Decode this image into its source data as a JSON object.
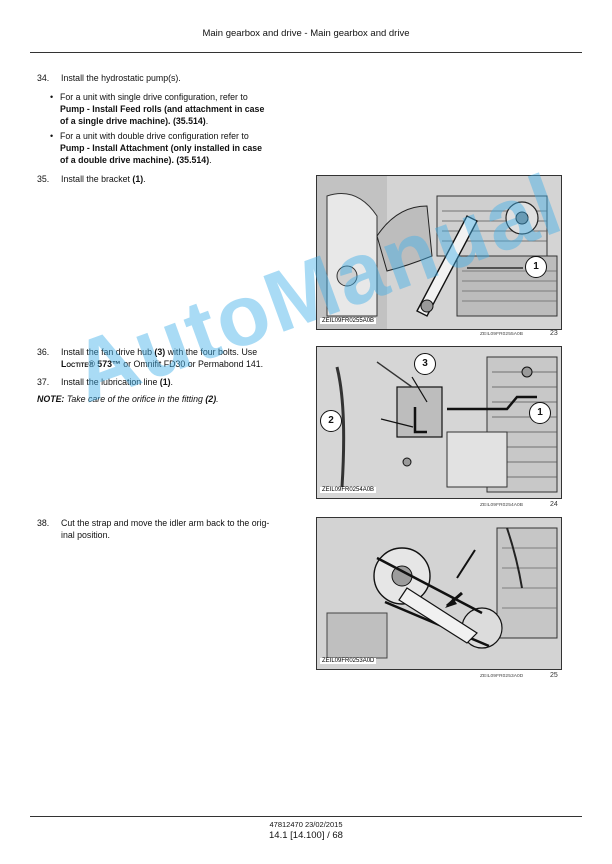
{
  "header": {
    "title": "Main gearbox and drive - Main gearbox and drive"
  },
  "steps": [
    {
      "num": "34.",
      "text": "Install the hydrostatic pump(s)."
    },
    {
      "num": "35.",
      "text_pre": "Install the bracket ",
      "ref": "(1)",
      "text_post": "."
    },
    {
      "num": "36.",
      "line1_pre": "Install the fan drive hub ",
      "ref": "(3)",
      "line1_post": " with the four bolts. Use",
      "brand": "Loctite® 573™",
      "line2_post": " or Omnifit FD30 or Permabond 141."
    },
    {
      "num": "37.",
      "text_pre": "Install the lubrication line ",
      "ref": "(1)",
      "text_post": "."
    },
    {
      "num": "38.",
      "line1": "Cut the strap and move the idler arm back to the orig-",
      "line2": "inal position."
    }
  ],
  "bullets": [
    {
      "line1": "For a unit with single drive configuration, refer to",
      "line2": "Pump - Install Feed rolls (and attachment in case",
      "line3": "of a single drive machine).",
      "line3_ref": "(35.514)",
      "line3_end": "."
    },
    {
      "line1": "For a unit with double drive configuration refer to",
      "line2": "Pump - Install Attachment (only installed in case",
      "line3": "of a double drive machine).",
      "line3_ref": "(35.514)",
      "line3_end": "."
    }
  ],
  "note": {
    "label": "NOTE:",
    "text_pre": " Take care of the orifice in the fitting ",
    "ref": "(2)",
    "text_post": "."
  },
  "figures": [
    {
      "code": "ZEIL09FR0255A0B",
      "number": "23",
      "callouts": [
        "1"
      ]
    },
    {
      "code": "ZEIL09FR0254A0B",
      "number": "24",
      "callouts": [
        "3",
        "2",
        "1"
      ]
    },
    {
      "code": "ZEIL09FR0253A0D",
      "number": "25",
      "callouts": []
    }
  ],
  "watermark": "AutoManual",
  "footer": {
    "doc": "47812470 23/02/2015",
    "page": "14.1 [14.100] / 68"
  },
  "colors": {
    "watermark": "#40b0e8",
    "figure_bg": "#dcdcdc"
  }
}
